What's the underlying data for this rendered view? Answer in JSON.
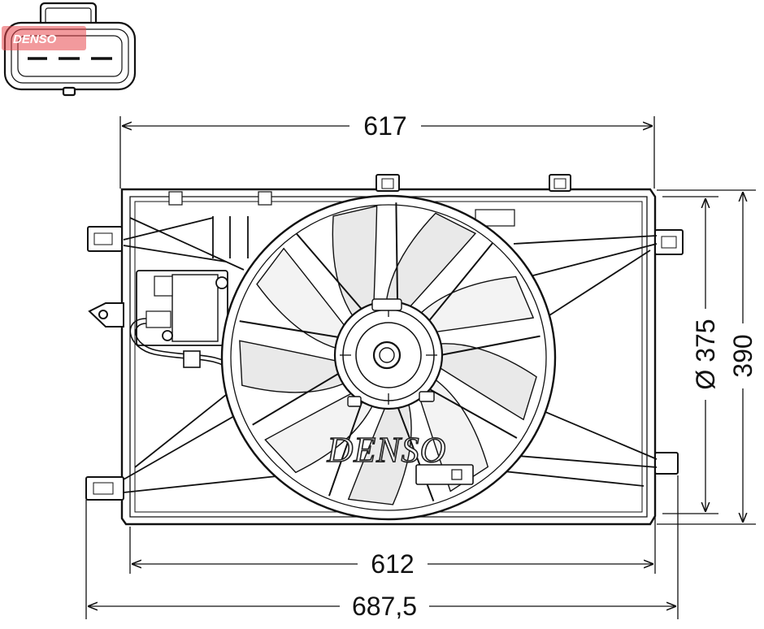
{
  "watermark": {
    "text": "DENSO",
    "color": "#e8474d"
  },
  "product": {
    "logo": "DENSO"
  },
  "dimensions": {
    "top_width": "617",
    "inner_width": "612",
    "overall_width": "687,5",
    "fan_diameter": "Ø 375",
    "height": "390"
  },
  "icons": [
    "connector-plug-icon"
  ]
}
